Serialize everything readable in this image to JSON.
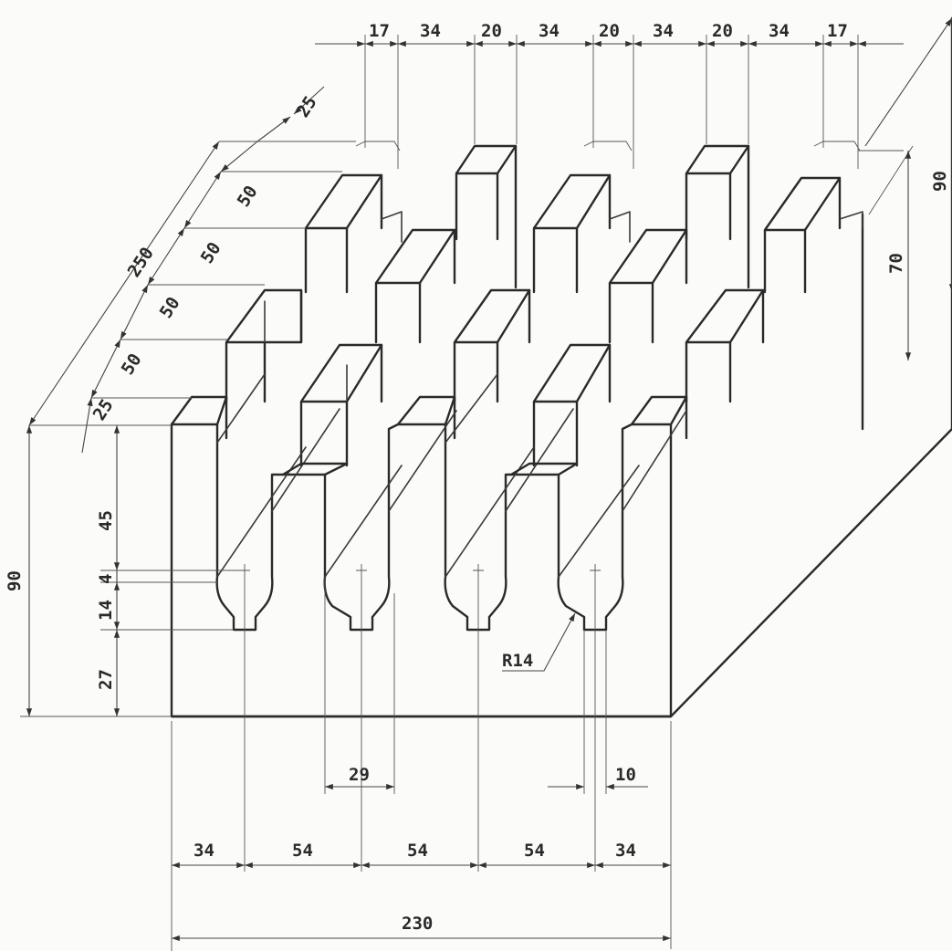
{
  "top_dims": [
    "17",
    "34",
    "20",
    "34",
    "20",
    "34",
    "20",
    "34",
    "17"
  ],
  "left_depth_dims": [
    "25",
    "50",
    "50",
    "50",
    "50",
    "25"
  ],
  "overall_depth": "250",
  "right_height_outer": "90",
  "right_height_inner": "70",
  "left_height_total": "90",
  "left_height_parts": [
    "45",
    "4",
    "14",
    "27"
  ],
  "radius_label": "R14",
  "slot_width": "29",
  "neck_width": "10",
  "bottom_dims": [
    "34",
    "54",
    "54",
    "54",
    "34"
  ],
  "overall_width": "230"
}
